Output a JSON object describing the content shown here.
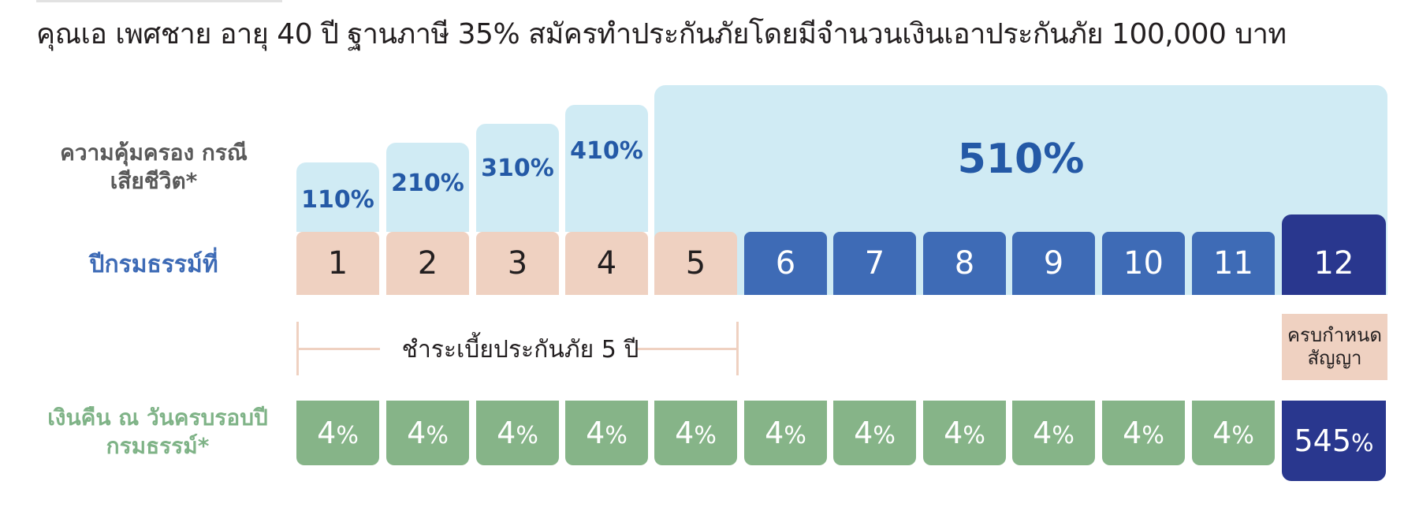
{
  "headline": "คุณเอ เพศชาย อายุ 40 ปี ฐานภาษี 35%  สมัครทำประกันภัยโดยมีจำนวนเงินเอาประกันภัย 100,000 บาท",
  "labels": {
    "coverage": "ความคุ้มครอง กรณีเสียชีวิต*",
    "year": "ปีกรมธรรม์ที่",
    "cashback": "เงินคืน ณ วันครบรอบปี กรมธรรม์*"
  },
  "coverage": {
    "steps": [
      "110%",
      "210%",
      "310%",
      "410%"
    ],
    "full": "510%"
  },
  "years": [
    "1",
    "2",
    "3",
    "4",
    "5",
    "6",
    "7",
    "8",
    "9",
    "10",
    "11",
    "12"
  ],
  "payment_period": "ชำระเบี้ยประกันภัย 5 ปี",
  "maturity": {
    "line1": "ครบกำหนด",
    "line2": "สัญญา"
  },
  "cashback": {
    "regular_value": "4",
    "final_value": "545",
    "unit": "%"
  },
  "colors": {
    "coverage_fill": "#d0ebf4",
    "coverage_text": "#2459a6",
    "payment_years": "#efd1c1",
    "coverage_years": "#3e6bb6",
    "maturity": "#29378e",
    "cashback": "#86b488"
  }
}
